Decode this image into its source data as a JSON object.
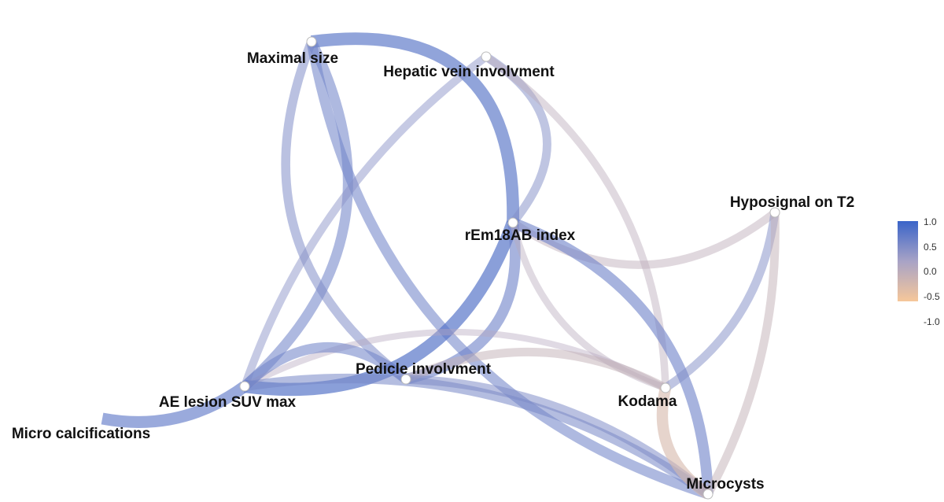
{
  "nodes": [
    {
      "id": "maximal_size",
      "label": "Maximal size"
    },
    {
      "id": "hepatic_vein",
      "label": "Hepatic vein involvment"
    },
    {
      "id": "rem18ab",
      "label": "rEm18AB index"
    },
    {
      "id": "hyposignal_t2",
      "label": "Hyposignal on T2"
    },
    {
      "id": "pedicle",
      "label": "Pedicle involvment"
    },
    {
      "id": "ae_suv",
      "label": "AE lesion SUV max"
    },
    {
      "id": "micro_calc",
      "label": "Micro calcifications"
    },
    {
      "id": "kodama",
      "label": "Kodama"
    },
    {
      "id": "microcysts",
      "label": "Microcysts"
    }
  ],
  "edges": [
    {
      "source": "maximal_size",
      "target": "rem18ab",
      "weight": 0.7
    },
    {
      "source": "maximal_size",
      "target": "ae_suv",
      "weight": 0.5
    },
    {
      "source": "maximal_size",
      "target": "pedicle",
      "weight": 0.4
    },
    {
      "source": "maximal_size",
      "target": "microcysts",
      "weight": 0.5
    },
    {
      "source": "hepatic_vein",
      "target": "rem18ab",
      "weight": 0.35
    },
    {
      "source": "hepatic_vein",
      "target": "ae_suv",
      "weight": 0.3
    },
    {
      "source": "hepatic_vein",
      "target": "kodama",
      "weight": -0.25
    },
    {
      "source": "rem18ab",
      "target": "ae_suv",
      "weight": 0.75
    },
    {
      "source": "rem18ab",
      "target": "pedicle",
      "weight": 0.55
    },
    {
      "source": "rem18ab",
      "target": "hyposignal_t2",
      "weight": -0.3
    },
    {
      "source": "rem18ab",
      "target": "microcysts",
      "weight": 0.55
    },
    {
      "source": "rem18ab",
      "target": "kodama",
      "weight": -0.2
    },
    {
      "source": "hyposignal_t2",
      "target": "kodama",
      "weight": 0.35
    },
    {
      "source": "hyposignal_t2",
      "target": "microcysts",
      "weight": -0.35
    },
    {
      "source": "ae_suv",
      "target": "kodama",
      "weight": -0.15
    },
    {
      "source": "ae_suv",
      "target": "microcysts",
      "weight": 0.45
    },
    {
      "source": "ae_suv",
      "target": "pedicle",
      "weight": 0.5
    },
    {
      "source": "ae_suv",
      "target": "micro_calc",
      "weight": 0.65
    },
    {
      "source": "pedicle",
      "target": "kodama",
      "weight": -0.35
    },
    {
      "source": "pedicle",
      "target": "microcysts",
      "weight": 0.4
    },
    {
      "source": "kodama",
      "target": "microcysts",
      "weight": -0.6
    }
  ],
  "legend": {
    "ticks": [
      "1.0",
      "0.5",
      "0.0",
      "-0.5",
      "-1.0"
    ],
    "range": [
      -1.0,
      1.0
    ],
    "colors": {
      "positive": "#3a64c9",
      "neutral": "#a8a3c6",
      "negative": "#f6c79a"
    }
  }
}
